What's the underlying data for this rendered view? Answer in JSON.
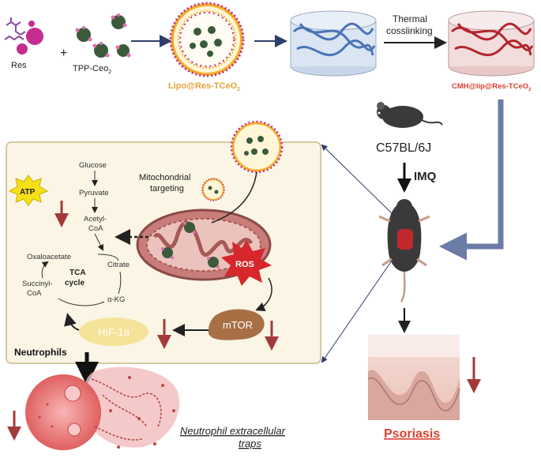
{
  "labels": {
    "res": "Res",
    "plus": "+",
    "tpp": "TPP-Ceo",
    "tpp_sub": "2",
    "lipo": "Lipo@Res-TCeO",
    "lipo_sub": "2",
    "thermal1": "Thermal",
    "thermal2": "cosslinking",
    "cmh": "CMH@lip@Res-TCeO",
    "cmh_sub": "2",
    "mouse_strain": "C57BL/6J",
    "imq": "IMQ",
    "psoriasis": "Psoriasis",
    "mito_targeting1": "Mitochondrial",
    "mito_targeting2": "targeting",
    "atp": "ATP",
    "glucose": "Glucose",
    "pyruvate": "Pyruvate",
    "acetyl1": "Acetyl-",
    "acetyl2": "CoA",
    "oxaloacetate": "Oxaloacetate",
    "citrate": "Citrate",
    "tca1": "TCA",
    "tca2": "cycle",
    "succinyl1": "Succinyl-",
    "succinyl2": "CoA",
    "akg": "α-KG",
    "hif": "HIF-1α",
    "mtor": "mTOR",
    "ros": "ROS",
    "neutrophils": "Neutrophils",
    "net1": "Neutrophil extracellular",
    "net2": "traps"
  },
  "colors": {
    "lipo_label": "#e8a23a",
    "cmh_label": "#d94030",
    "arrow_down": "#a33a3a",
    "panel_bg": "#faf5e4",
    "panel_border": "#c9b98a",
    "navy": "#2c3e6b",
    "steel": "#6b7ca8",
    "hif_fill": "#f6e39a",
    "mtor_fill": "#a86f45",
    "ros_fill": "#d8262d",
    "mito_fill": "#c97d7a",
    "atp_fill": "#f7e017"
  }
}
